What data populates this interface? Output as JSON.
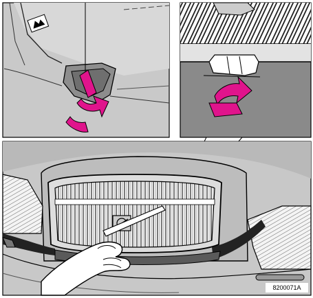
{
  "figure": {
    "reference_code": "8200071A",
    "accent_color": "#e0148c",
    "panels": [
      {
        "name": "inset-latch-lever",
        "subject": "hood-release-lever-icon"
      },
      {
        "name": "inset-grille-release",
        "subject": "grille-release-clip-icon"
      },
      {
        "name": "main-front-grille",
        "subject": "car-front-grille-icon"
      }
    ]
  }
}
